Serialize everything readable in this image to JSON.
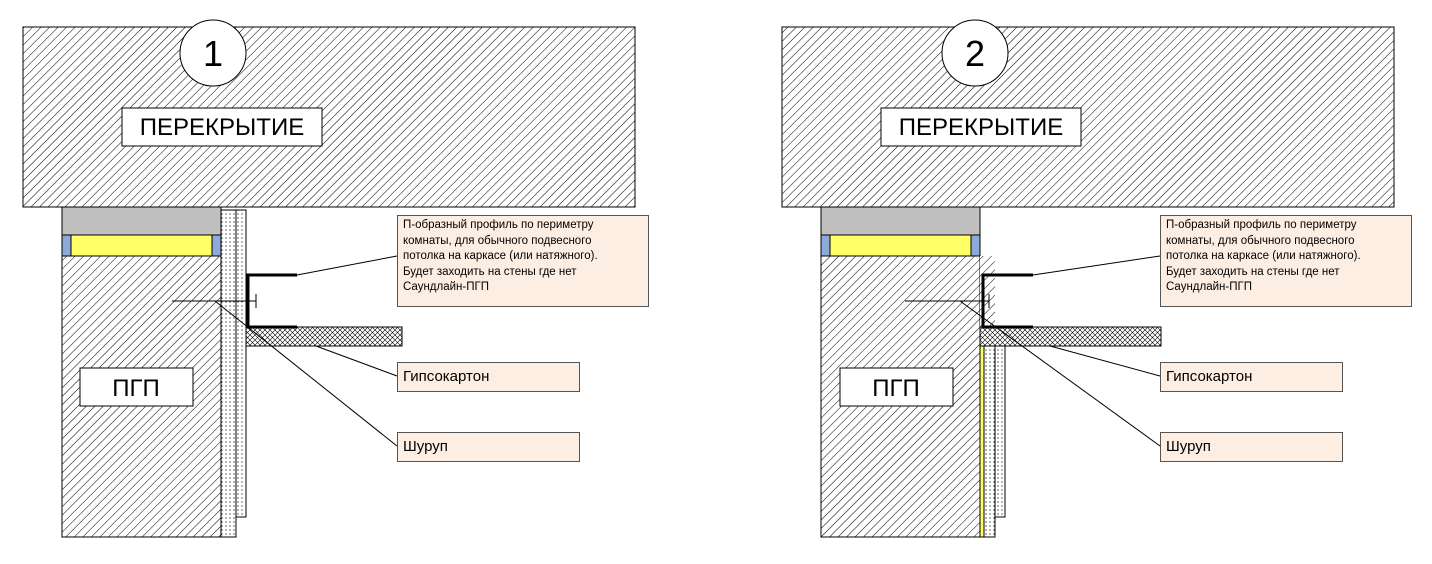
{
  "diagrams": [
    {
      "number": "1",
      "slab_label": "ПЕРЕКРЫТИЕ",
      "wall_label": "ПГП",
      "callouts": {
        "profile_lines": [
          "П-образный профиль по периметру",
          "комнаты, для обычного подвесного",
          "потолка на каркасе (или натяжного).",
          "Будет заходить на стены где нет",
          "Саундлайн-ПГП"
        ],
        "drywall": "Гипсокартон",
        "screw": "Шуруп"
      }
    },
    {
      "number": "2",
      "slab_label": "ПЕРЕКРЫТИЕ",
      "wall_label": "ПГП",
      "callouts": {
        "profile_lines": [
          "П-образный профиль по периметру",
          "комнаты, для обычного подвесного",
          "потолка на каркасе (или натяжного).",
          "Будет заходить на стены где нет",
          "Саундлайн-ПГП"
        ],
        "drywall": "Гипсокартон",
        "screw": "Шуруп"
      }
    }
  ],
  "colors": {
    "callout_fill": "#fdeee3",
    "gasket_gray": "#c0c0c0",
    "insulation_yellow": "#ffff66",
    "seal_blue": "#8eaadb",
    "profile_black": "#000000"
  }
}
